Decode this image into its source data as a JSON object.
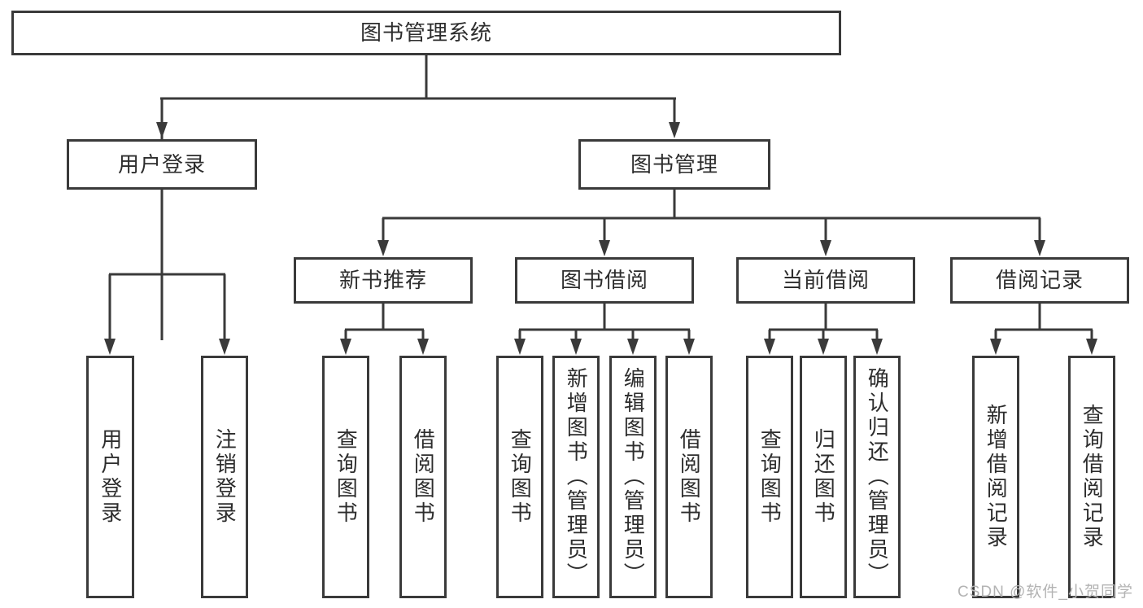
{
  "colors": {
    "line": "#3a3a3a",
    "text": "#2d2d2d",
    "box_fill": "#ffffff",
    "watermark": "#b3b3b3"
  },
  "tree": {
    "root": {
      "label": "图书管理系统",
      "children": [
        {
          "label": "用户登录",
          "children": [
            {
              "label": "用户登录"
            },
            {
              "label": "注销登录"
            }
          ]
        },
        {
          "label": "图书管理",
          "children": [
            {
              "label": "新书推荐",
              "children": [
                {
                  "label": "查询图书"
                },
                {
                  "label": "借阅图书"
                }
              ]
            },
            {
              "label": "图书借阅",
              "children": [
                {
                  "label": "查询图书"
                },
                {
                  "label": "新增图书（管理员）"
                },
                {
                  "label": "编辑图书（管理员）"
                },
                {
                  "label": "借阅图书"
                }
              ]
            },
            {
              "label": "当前借阅",
              "children": [
                {
                  "label": "查询图书"
                },
                {
                  "label": "归还图书"
                },
                {
                  "label": "确认归还（管理员）"
                }
              ]
            },
            {
              "label": "借阅记录",
              "children": [
                {
                  "label": "新增借阅记录"
                },
                {
                  "label": "查询借阅记录"
                }
              ]
            }
          ]
        }
      ]
    }
  },
  "watermark": {
    "text": "CSDN @软件_小贺同学"
  }
}
